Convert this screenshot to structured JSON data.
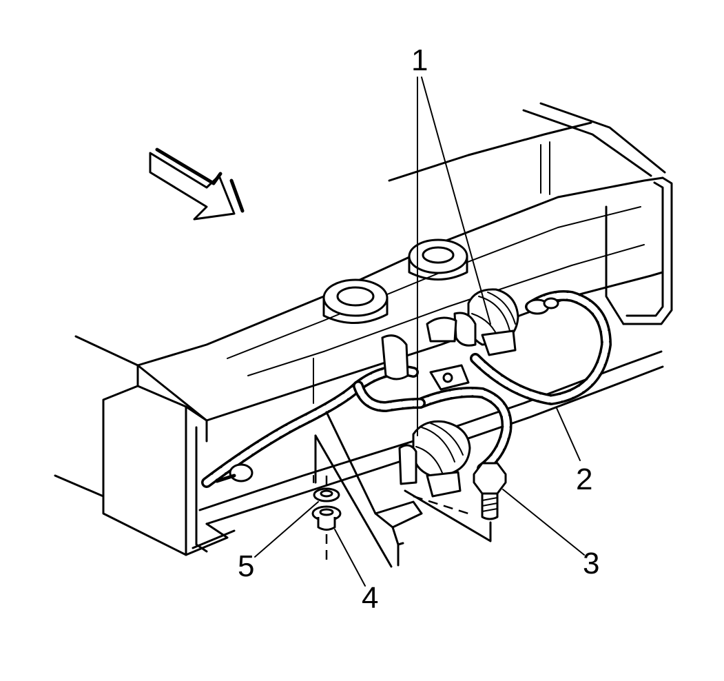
{
  "callouts": [
    {
      "id": "1",
      "label": "1"
    },
    {
      "id": "2",
      "label": "2"
    },
    {
      "id": "3",
      "label": "3"
    },
    {
      "id": "4",
      "label": "4"
    },
    {
      "id": "5",
      "label": "5"
    }
  ],
  "colors": {
    "ink": "#000000",
    "paper": "#ffffff"
  },
  "icons": {
    "direction_arrow": "arrow-down-right-icon"
  }
}
